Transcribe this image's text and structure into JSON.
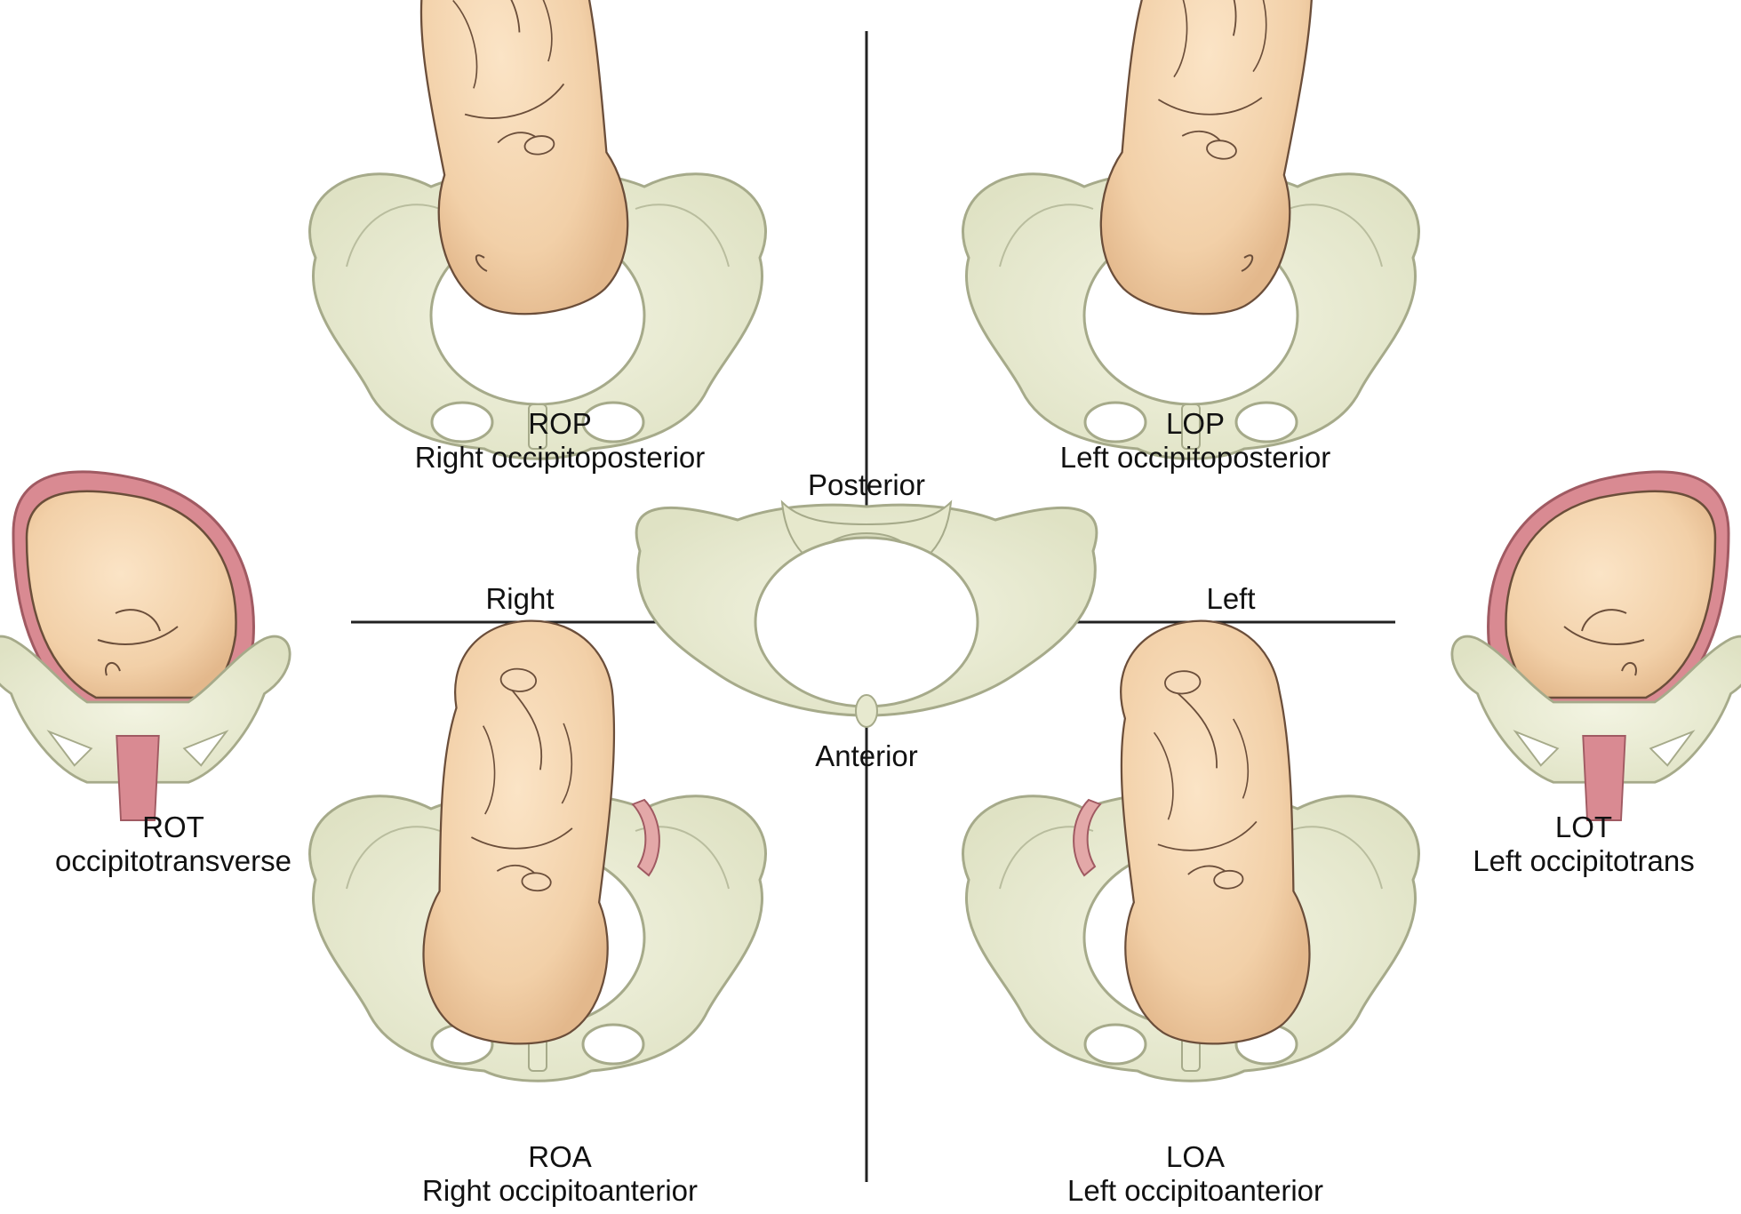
{
  "axes": {
    "posterior": "Posterior",
    "anterior": "Anterior",
    "right": "Right",
    "left": "Left"
  },
  "positions": {
    "rop": {
      "abbr": "ROP",
      "full": "Right occipitoposterior"
    },
    "lop": {
      "abbr": "LOP",
      "full": "Left occipitoposterior"
    },
    "rot": {
      "abbr": "ROT",
      "full": "occipitotransverse"
    },
    "lot": {
      "abbr": "LOT",
      "full": "Left occipitotrans"
    },
    "roa": {
      "abbr": "ROA",
      "full": "Right occipitoanterior"
    },
    "loa": {
      "abbr": "LOA",
      "full": "Left occipitoanterior"
    }
  },
  "colors": {
    "bone": "#eef0d8",
    "bone_stroke": "#a6aa8a",
    "skin": "#f4d6b0",
    "skin_stroke": "#6b4e3a",
    "uterus": "#d98a92",
    "axis": "#222222"
  }
}
